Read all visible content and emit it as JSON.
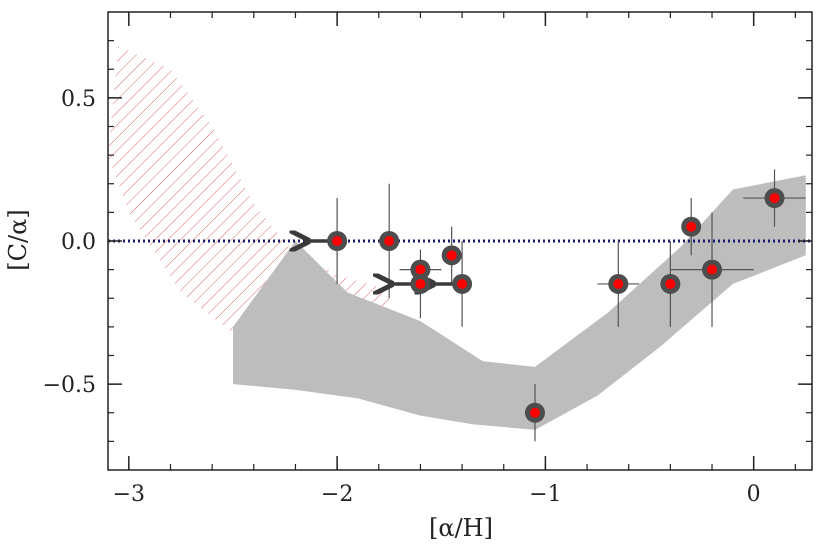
{
  "chart_data": {
    "type": "scatter",
    "xlabel": "[α/H]",
    "ylabel": "[C/α]",
    "xlim": [
      -3.1,
      0.28
    ],
    "ylim": [
      -0.8,
      0.8
    ],
    "x_ticks": [
      {
        "value": -3,
        "label": "−3"
      },
      {
        "value": -2,
        "label": "−2"
      },
      {
        "value": -1,
        "label": "−1"
      },
      {
        "value": 0,
        "label": "0"
      }
    ],
    "y_ticks": [
      {
        "value": 0.5,
        "label": "0.5"
      },
      {
        "value": 0.0,
        "label": "0.0"
      },
      {
        "value": -0.5,
        "label": "−0.5"
      }
    ],
    "reference_line": {
      "y": 0.0,
      "style": "dotted",
      "color": "#1a1a6e"
    },
    "colors": {
      "marker_outer": "#4d4d4d",
      "marker_inner": "#ff0000",
      "band": "#bdbdbd",
      "hatch": "#d9534f",
      "arrow": "#3a3a3a"
    },
    "points": [
      {
        "x": -2.0,
        "y": 0.0,
        "yerr": 0.15,
        "upper_limit": true
      },
      {
        "x": -1.75,
        "y": 0.0,
        "yerr": 0.2
      },
      {
        "x": -1.6,
        "y": -0.1,
        "xerr": 0.1
      },
      {
        "x": -1.6,
        "y": -0.15,
        "yerr": 0.12,
        "xerr": 0.1,
        "upper_limit": true
      },
      {
        "x": -1.45,
        "y": -0.05,
        "yerr": 0.1
      },
      {
        "x": -1.4,
        "y": -0.15,
        "yerr": 0.15,
        "upper_limit": true
      },
      {
        "x": -1.05,
        "y": -0.6,
        "yerr": 0.1
      },
      {
        "x": -0.65,
        "y": -0.15,
        "yerr": 0.15,
        "xerr": 0.1
      },
      {
        "x": -0.4,
        "y": -0.15,
        "yerr": 0.15
      },
      {
        "x": -0.3,
        "y": 0.05,
        "yerr": 0.1
      },
      {
        "x": -0.2,
        "y": -0.1,
        "yerr": 0.2,
        "xerr": 0.2
      },
      {
        "x": 0.1,
        "y": 0.15,
        "yerr": 0.1,
        "xerr": 0.15
      }
    ],
    "grey_band": {
      "upper": [
        [
          -2.5,
          -0.3
        ],
        [
          -2.2,
          0.0
        ],
        [
          -1.95,
          -0.18
        ],
        [
          -1.6,
          -0.28
        ],
        [
          -1.3,
          -0.42
        ],
        [
          -1.05,
          -0.44
        ],
        [
          -0.7,
          -0.25
        ],
        [
          -0.35,
          -0.02
        ],
        [
          -0.1,
          0.18
        ],
        [
          0.25,
          0.23
        ]
      ],
      "lower": [
        [
          0.25,
          -0.05
        ],
        [
          -0.1,
          -0.15
        ],
        [
          -0.45,
          -0.37
        ],
        [
          -0.75,
          -0.54
        ],
        [
          -1.05,
          -0.66
        ],
        [
          -1.35,
          -0.64
        ],
        [
          -1.6,
          -0.61
        ],
        [
          -1.9,
          -0.55
        ],
        [
          -2.2,
          -0.52
        ],
        [
          -2.5,
          -0.5
        ]
      ]
    },
    "hatched_region": [
      [
        -3.05,
        0.68
      ],
      [
        -2.8,
        0.6
      ],
      [
        -2.6,
        0.4
      ],
      [
        -2.4,
        0.13
      ],
      [
        -2.2,
        -0.05
      ],
      [
        -1.95,
        -0.13
      ],
      [
        -1.75,
        -0.17
      ],
      [
        -1.75,
        -0.28
      ],
      [
        -1.95,
        -0.37
      ],
      [
        -2.2,
        -0.38
      ],
      [
        -2.45,
        -0.35
      ],
      [
        -2.75,
        -0.18
      ],
      [
        -3.0,
        0.1
      ],
      [
        -3.1,
        0.3
      ]
    ]
  }
}
